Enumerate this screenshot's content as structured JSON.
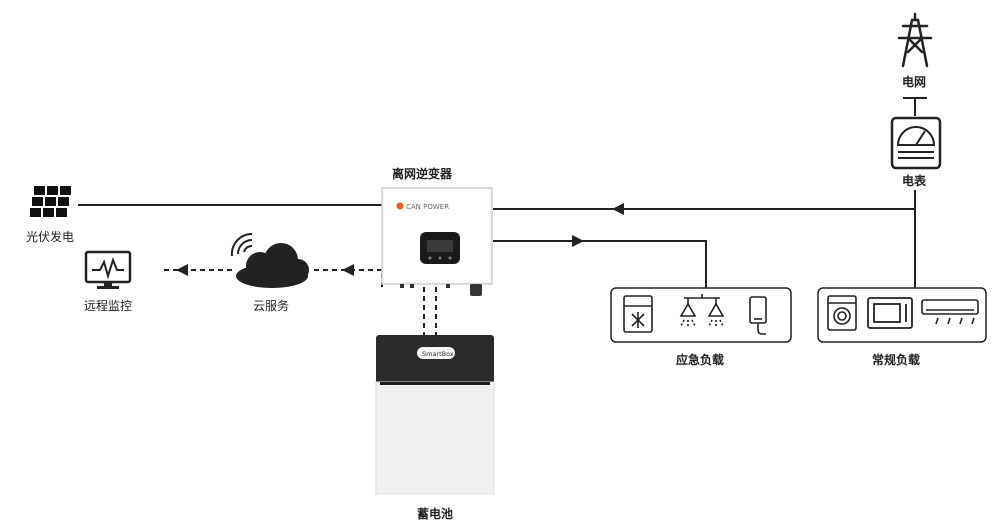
{
  "labels": {
    "solar": "光伏发电",
    "remote": "远程监控",
    "cloud": "云服务",
    "inverter": "离网逆变器",
    "battery": "蓄电池",
    "grid": "电网",
    "meter": "电表",
    "emergency_load": "应急负载",
    "regular_load": "常规负载"
  },
  "device_branding": {
    "inverter_brand": "CAN POWER",
    "battery_brand": "SmartBox"
  },
  "icons": {
    "solar": "solar-panel-icon",
    "remote": "monitor-waveform-icon",
    "cloud": "cloud-icon",
    "wifi": "wifi-signal-icon",
    "grid": "power-tower-icon",
    "meter": "electric-meter-icon",
    "fridge": "refrigerator-icon",
    "lamp": "ceiling-lamp-icon",
    "phone": "phone-charger-icon",
    "washer": "washing-machine-icon",
    "microwave": "microwave-icon",
    "ac": "air-conditioner-icon"
  },
  "colors": {
    "line": "#222222",
    "battery_top": "#2b2b2b",
    "battery_body": "#f0f0f0",
    "accent_orange": "#e8601c"
  }
}
